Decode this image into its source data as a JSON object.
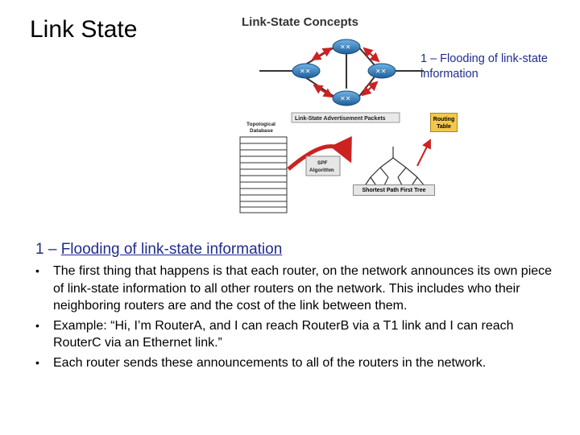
{
  "slide": {
    "title": "Link State"
  },
  "figure": {
    "title": "Link-State Concepts",
    "labels": {
      "lsa_packets": "Link-State Advertisement Packets",
      "topo_db_line1": "Topological",
      "topo_db_line2": "Database",
      "routing_table_line1": "Routing",
      "routing_table_line2": "Table",
      "spf_line1": "SPF",
      "spf_line2": "Algorithm",
      "spf_tree": "Shortest Path First Tree"
    }
  },
  "caption": "1 – Flooding of link-state information",
  "section": {
    "number": "1 – ",
    "heading": "Flooding of link-state information"
  },
  "bullets": [
    "The first thing that happens is that each router, on the network announces its own piece of link-state information to all other routers on the network.  This includes who their neighboring routers are and the cost of the link between them.",
    "Example:  “Hi, I’m RouterA, and I can reach RouterB via a T1 link and I can reach RouterC via an Ethernet link.”",
    "Each router sends these announcements to all of the routers in the network."
  ],
  "colors": {
    "router": "#2f7fc1",
    "arrow": "#cc2222",
    "routing_table": "#f2c84b",
    "caption": "#1f2d8c"
  }
}
